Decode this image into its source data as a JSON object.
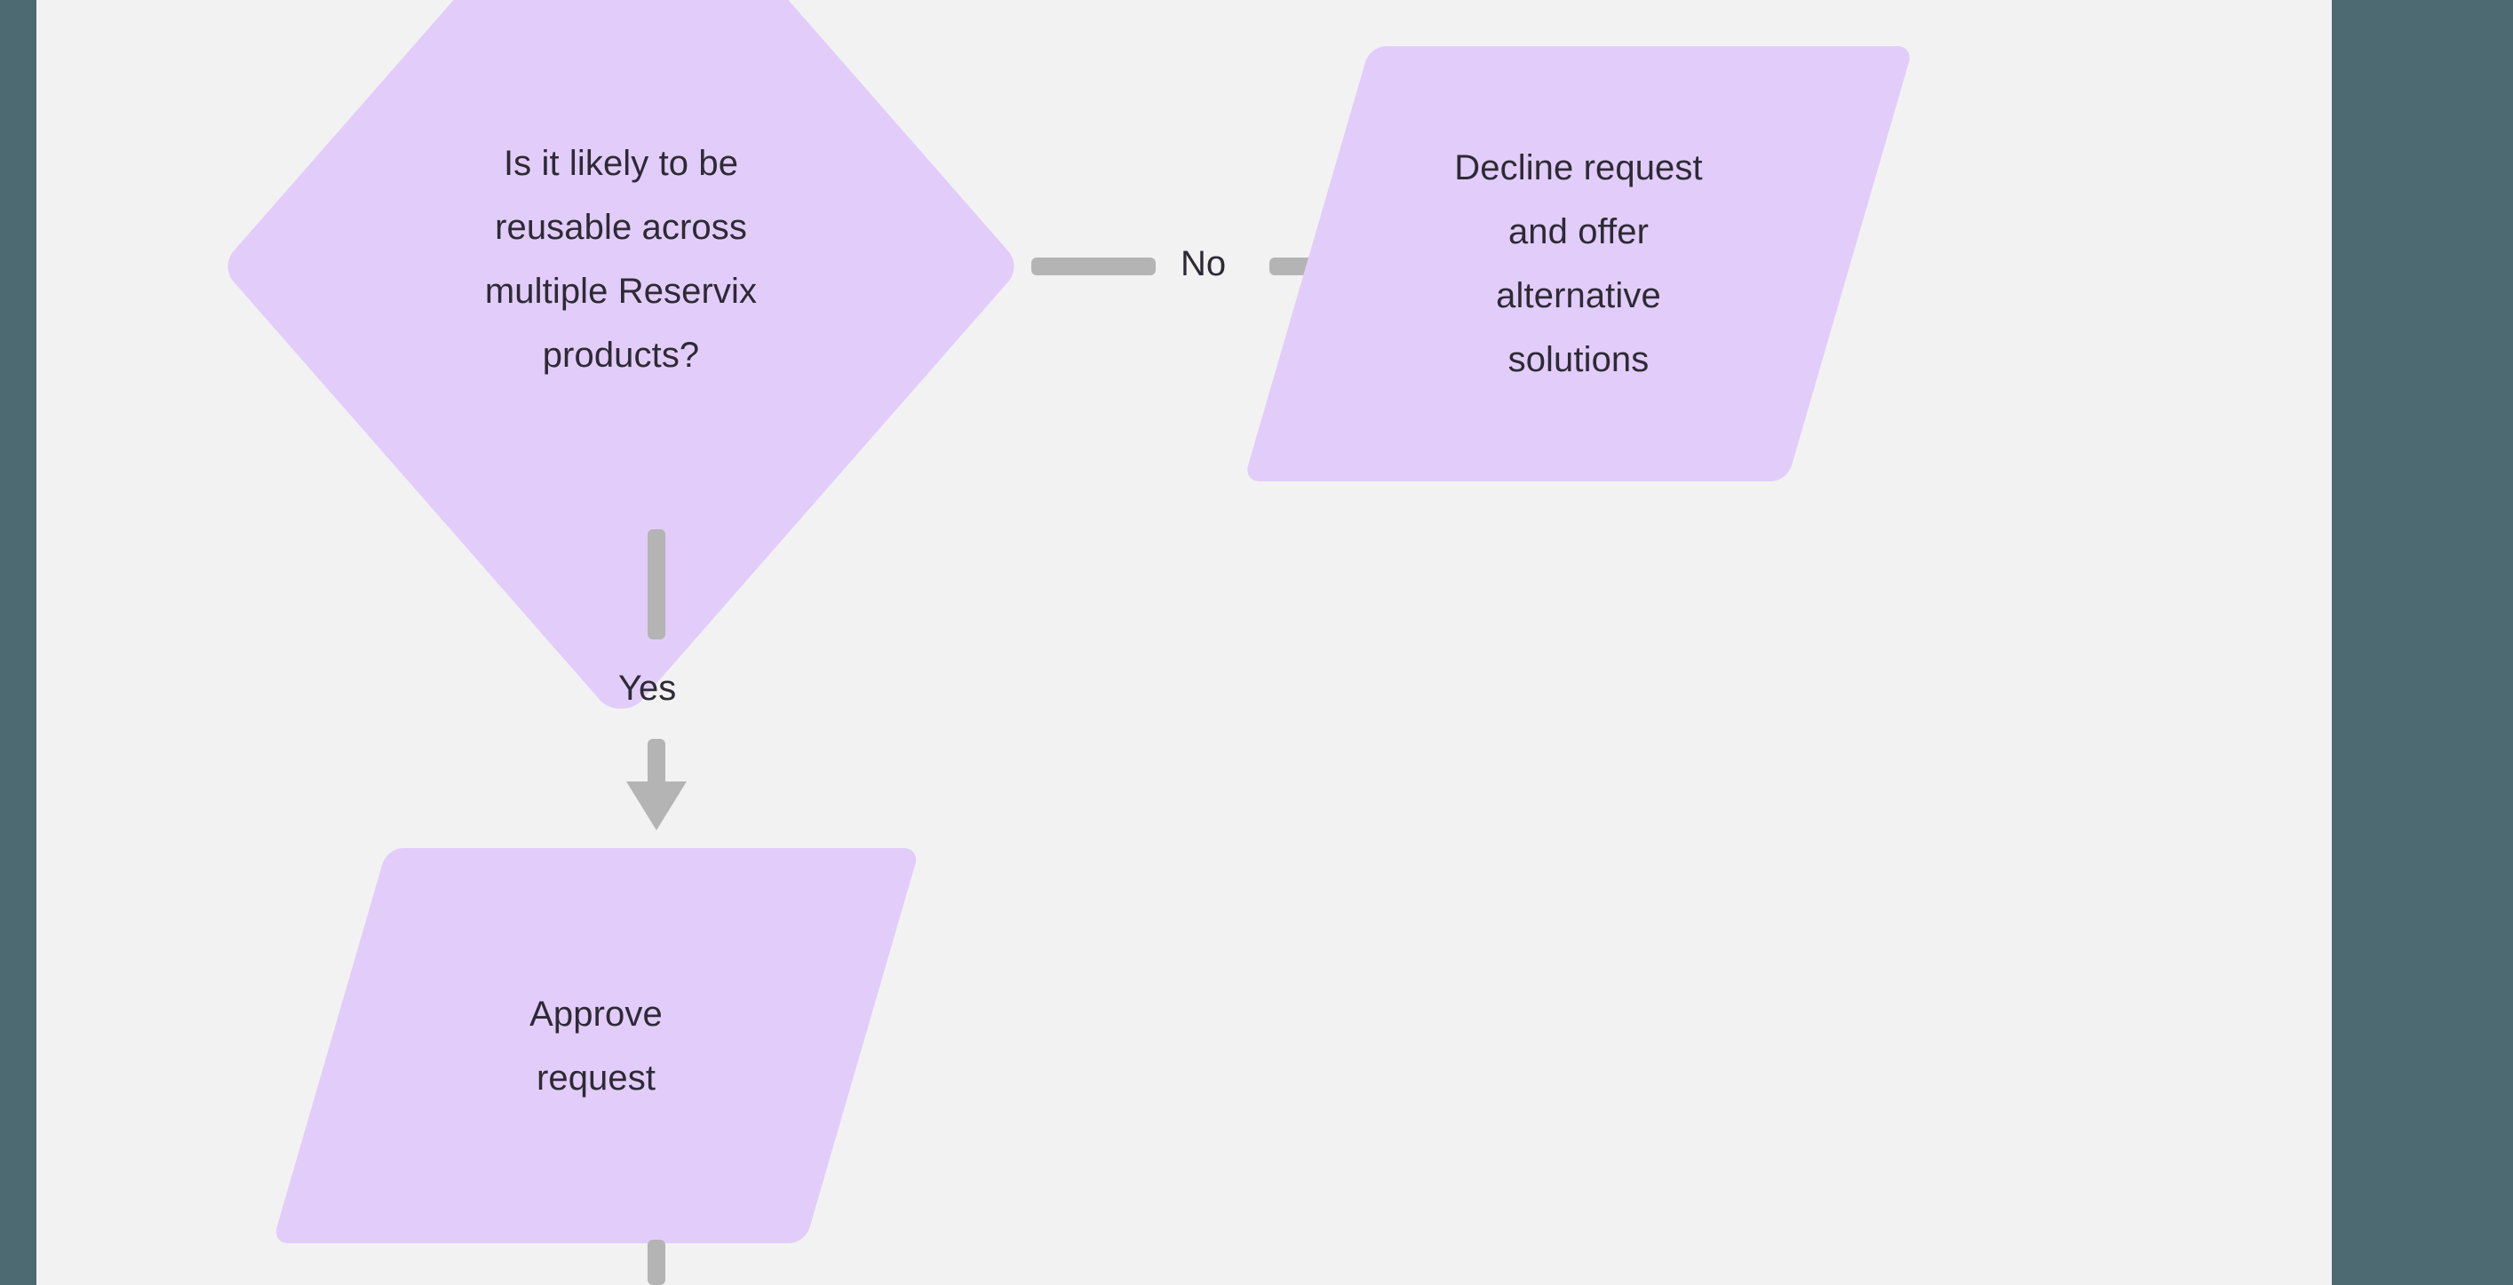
{
  "app": {
    "canvas_background": "#F2F2F2",
    "rail_color": "#4D6A72",
    "node_fill": "#E2CDFA",
    "node_text_color": "#2E2A35",
    "connector_color": "#B4B4B4"
  },
  "diagram": {
    "type": "flowchart",
    "nodes": [
      {
        "id": "decision-reusable",
        "shape": "diamond",
        "label": "Is it likely to be\nreusable across\nmultiple Reservix\nproducts?"
      },
      {
        "id": "decline-request",
        "shape": "parallelogram",
        "label": "Decline request\nand offer\nalternative\nsolutions"
      },
      {
        "id": "approve-request",
        "shape": "parallelogram",
        "label": "Approve\nrequest"
      }
    ],
    "edges": [
      {
        "id": "edge-no",
        "from": "decision-reusable",
        "to": "decline-request",
        "label": "No",
        "direction": "right"
      },
      {
        "id": "edge-yes",
        "from": "decision-reusable",
        "to": "approve-request",
        "label": "Yes",
        "direction": "down"
      },
      {
        "id": "edge-approve-out",
        "from": "approve-request",
        "to": "",
        "label": "",
        "direction": "down"
      }
    ]
  }
}
